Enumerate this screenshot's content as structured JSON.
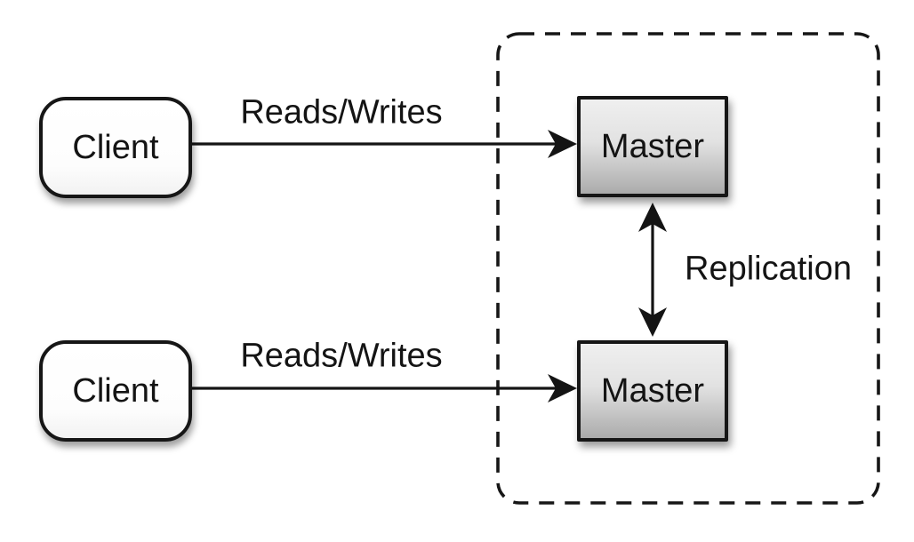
{
  "diagram": {
    "type": "architecture-diagram",
    "canvas_background": "#ffffff",
    "nodes": {
      "client_top": {
        "label": "Client",
        "shape": "rounded-rectangle",
        "fill": "#ffffff"
      },
      "client_bottom": {
        "label": "Client",
        "shape": "rounded-rectangle",
        "fill": "#ffffff"
      },
      "master_top": {
        "label": "Master",
        "shape": "rectangle",
        "fill_top": "#efefef",
        "fill_bottom": "#ababab"
      },
      "master_bottom": {
        "label": "Master",
        "shape": "rectangle",
        "fill_top": "#efefef",
        "fill_bottom": "#ababab"
      }
    },
    "edges": {
      "reads_writes_top": {
        "label": "Reads/Writes",
        "from": "client_top",
        "to": "master_top",
        "direction": "unidirectional"
      },
      "reads_writes_bottom": {
        "label": "Reads/Writes",
        "from": "client_bottom",
        "to": "master_bottom",
        "direction": "unidirectional"
      },
      "replication": {
        "label": "Replication",
        "from": "master_top",
        "to": "master_bottom",
        "direction": "bidirectional"
      }
    },
    "groups": {
      "replication_boundary": {
        "style": "dashed-rounded-rectangle",
        "contains": [
          "master_top",
          "master_bottom"
        ]
      }
    },
    "colors": {
      "stroke": "#141414",
      "text": "#141414"
    }
  }
}
